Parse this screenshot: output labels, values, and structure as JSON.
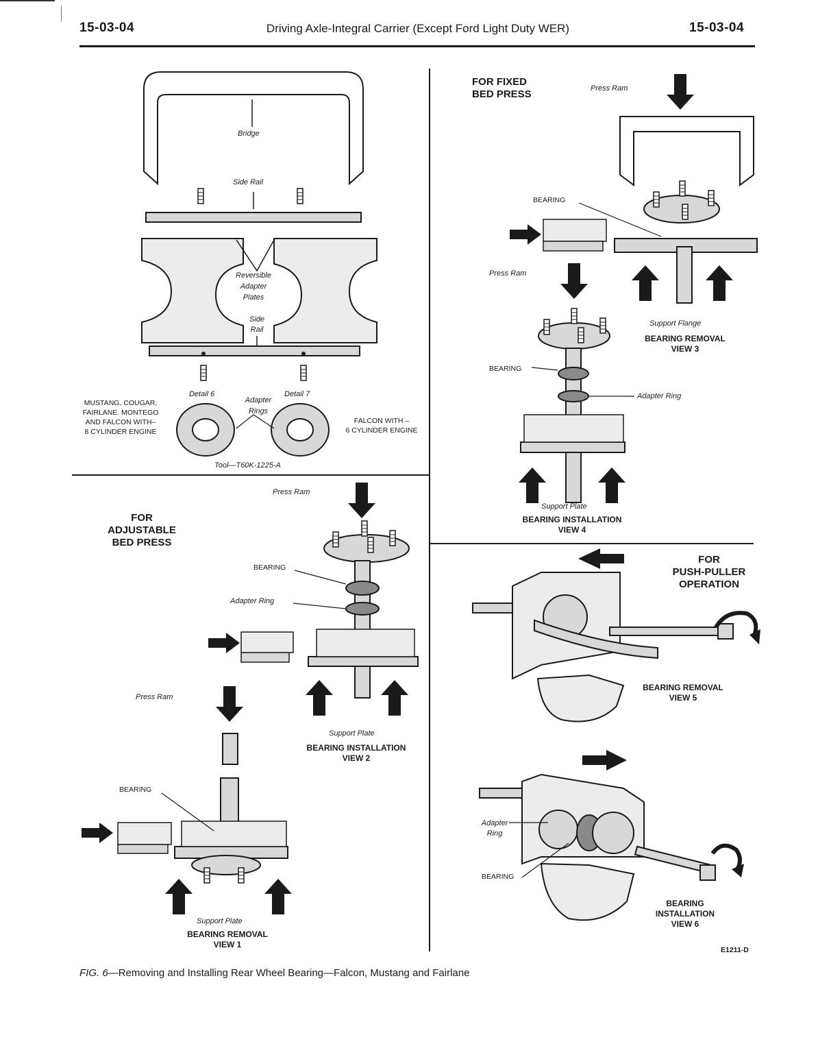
{
  "header": {
    "page_left": "15-03-04",
    "title": "Driving Axle-Integral Carrier (Except Ford Light Duty WER)",
    "page_right": "15-03-04"
  },
  "tool_panel": {
    "bridge": "Bridge",
    "side_rail_top": "Side Rail",
    "reversible": "Reversible",
    "adapter": "Adapter",
    "plates": "Plates",
    "side": "Side",
    "rail": "Rail",
    "detail6": "Detail 6",
    "detail7": "Detail 7",
    "adapter_rings_1": "Adapter",
    "adapter_rings_2": "Rings",
    "left_note": [
      "MUSTANG, COUGAR,",
      "FAIRLANE. MONTEGO",
      "AND FALCON WITH–",
      "8 CYLINDER ENGINE"
    ],
    "right_note": [
      "FALCON WITH –",
      "6 CYLINDER ENGINE"
    ],
    "tool_number": "Tool—T60K-1225-A"
  },
  "adjustable_panel": {
    "heading": [
      "FOR",
      "ADJUSTABLE",
      "BED PRESS"
    ],
    "press_ram_top": "Press Ram",
    "bearing_top": "BEARING",
    "adapter_ring": "Adapter Ring",
    "support_plate_v2": "Support Plate",
    "caption_v2": [
      "BEARING INSTALLATION",
      "VIEW 2"
    ],
    "press_ram_bottom": "Press Ram",
    "bearing_bottom": "BEARING",
    "support_plate_v1": "Support Plate",
    "caption_v1": [
      "BEARING REMOVAL",
      "VIEW 1"
    ]
  },
  "fixed_panel": {
    "heading": [
      "FOR FIXED",
      "BED PRESS"
    ],
    "press_ram_v3": "Press Ram",
    "bearing_v3": "BEARING",
    "support_flange": "Support Flange",
    "caption_v3": [
      "BEARING REMOVAL",
      "VIEW 3"
    ],
    "press_ram_v4": "Press Ram",
    "bearing_v4": "BEARING",
    "adapter_ring_v4": "Adapter Ring",
    "support_plate_v4": "Support Plate",
    "caption_v4": [
      "BEARING INSTALLATION",
      "VIEW 4"
    ]
  },
  "push_puller_panel": {
    "heading": [
      "FOR",
      "PUSH-PULLER",
      "OPERATION"
    ],
    "caption_v5": [
      "BEARING REMOVAL",
      "VIEW 5"
    ],
    "adapter": "Adapter",
    "ring": "Ring",
    "bearing_v6": "BEARING",
    "caption_v6": [
      "BEARING",
      "INSTALLATION",
      "VIEW 6"
    ],
    "code": "E1211-D"
  },
  "figure_caption": {
    "fig": "FIG. 6",
    "text": "—Removing and Installing Rear Wheel Bearing—Falcon, Mustang and Fairlane"
  },
  "colors": {
    "ink": "#1a1a1a",
    "steel": "#d8d8d8",
    "shade": "#8a8a8a"
  }
}
